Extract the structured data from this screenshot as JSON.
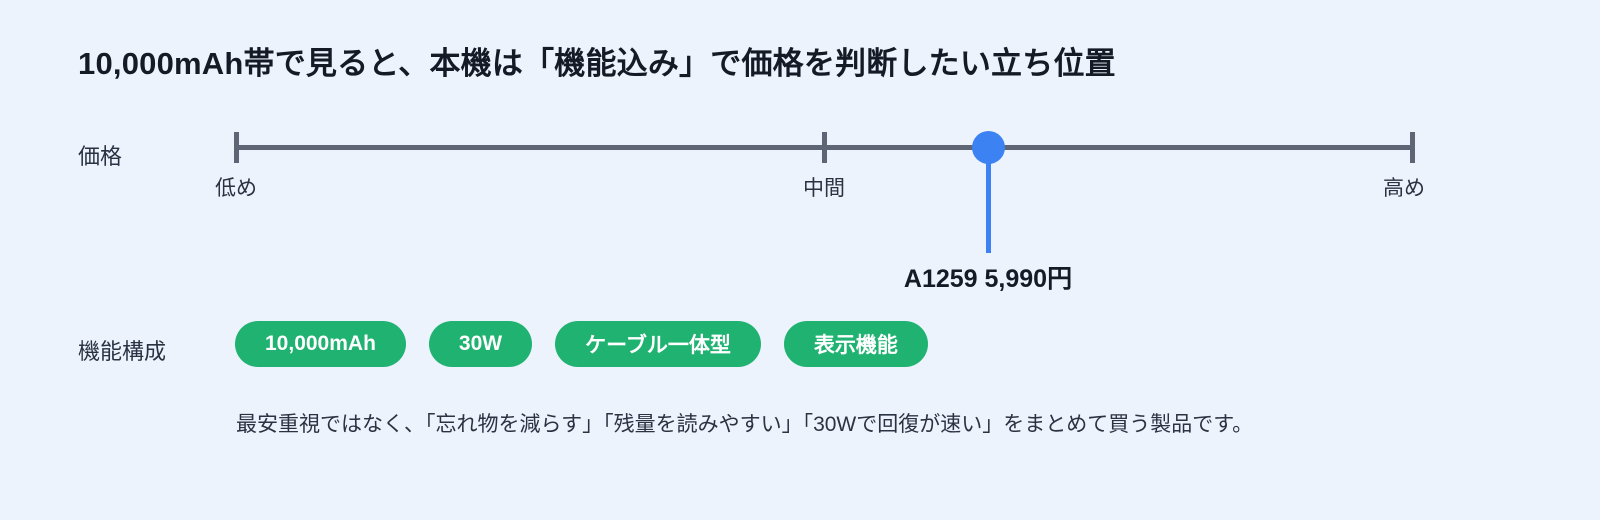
{
  "title": "10,000mAh帯で見ると、本機は「機能込み」で価格を判断したい立ち位置",
  "colors": {
    "background": "#ecf3fd",
    "axis": "#5e6675",
    "marker": "#3d82f2",
    "pill": "#1fb271",
    "text": "#1f2733"
  },
  "price_row": {
    "label": "価格",
    "ticks": [
      {
        "label": "低め",
        "position_pct": 0
      },
      {
        "label": "中間",
        "position_pct": 50
      },
      {
        "label": "高め",
        "position_pct": 100
      }
    ],
    "marker": {
      "label": "A1259 5,990円",
      "product": "A1259",
      "price": "5,990円",
      "position_pct": 64
    }
  },
  "feature_row": {
    "label": "機能構成",
    "pills": [
      {
        "label": "10,000mAh"
      },
      {
        "label": "30W"
      },
      {
        "label": "ケーブル一体型"
      },
      {
        "label": "表示機能"
      }
    ]
  },
  "caption": "最安重視ではなく、「忘れ物を減らす」「残量を読みやすい」「30Wで回復が速い」をまとめて買う製品です。",
  "chart_data": {
    "type": "scatter",
    "title": "10,000mAh帯で見ると、本機は「機能込み」で価格を判断したい立ち位置",
    "xlabel": "価格",
    "ylabel": "",
    "categories": [
      "低め",
      "中間",
      "高め"
    ],
    "x": [
      0,
      50,
      100
    ],
    "series": [
      {
        "name": "A1259 5,990円",
        "values": [
          64
        ],
        "annotation": "A1259 5,990円"
      }
    ],
    "xlim": [
      0,
      100
    ],
    "grid": false,
    "legend": "none",
    "annotations": [
      "機能構成: 10,000mAh / 30W / ケーブル一体型 / 表示機能",
      "最安重視ではなく、「忘れ物を減らす」「残量を読みやすい」「30Wで回復が速い」をまとめて買う製品です。"
    ]
  }
}
